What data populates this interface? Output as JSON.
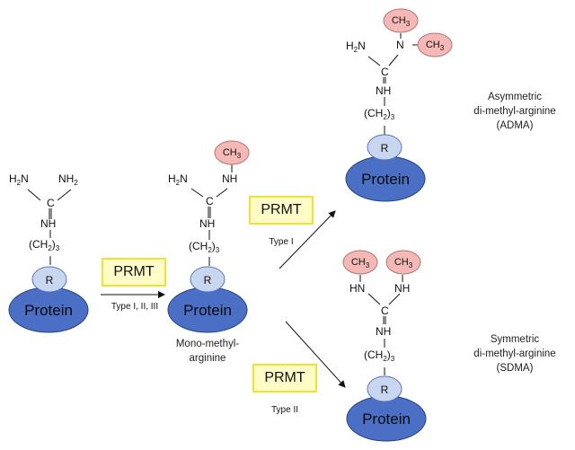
{
  "atoms": {
    "h2n": "H",
    "n_after_h2": "N",
    "two": "2",
    "nh2": "NH",
    "c": "C",
    "nh": "NH",
    "hn": "HN",
    "ch": "(CH",
    "three": "3",
    "close_paren": ")",
    "n": "N",
    "ch3": "CH"
  },
  "protein_label": "Protein",
  "r_label": "R",
  "methyl_label": "CH3",
  "prmt": {
    "label": "PRMT",
    "type_all": "Type I, II, III",
    "type_1": "Type I",
    "type_2": "Type II"
  },
  "labels": {
    "mono": [
      "Mono-methyl-",
      "arginine"
    ],
    "adma": [
      "Asymmetric",
      "di-methyl-arginine",
      "(ADMA)"
    ],
    "sdma": [
      "Symmetric",
      "di-methyl-arginine",
      "(SDMA)"
    ]
  },
  "colors": {
    "protein_fill": "#4a6fc4",
    "r_fill": "#c9d6f0",
    "methyl_fill": "#f4b9b6",
    "prmt_fill": "#fffcc8",
    "prmt_border": "#f1e232"
  }
}
